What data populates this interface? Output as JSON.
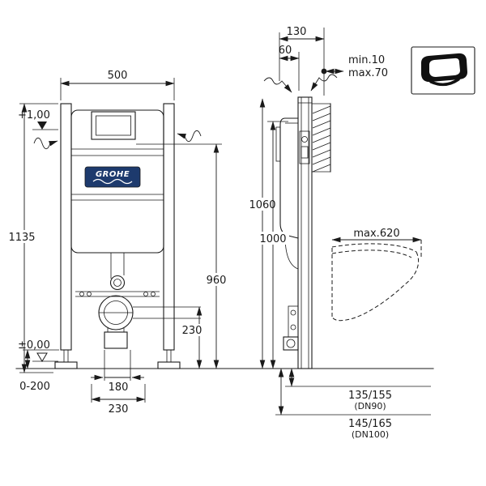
{
  "brand": {
    "logo_text": "GROHE"
  },
  "front_view": {
    "width": "500",
    "height": "1135",
    "level_top": "+1,00",
    "level_floor": "±0,00",
    "foot_adjust": "0-200",
    "dim_180": "180",
    "dim_230": "230"
  },
  "side_view": {
    "depth_130": "130",
    "depth_60": "60",
    "wall_min": "min.10",
    "wall_max": "max.70",
    "dim_1060": "1060",
    "dim_1000": "1000",
    "dim_960": "960",
    "dim_230": "230",
    "bowl_depth": "max.620"
  },
  "outlet": {
    "dn90_value": "135/155",
    "dn90_label": "(DN90)",
    "dn100_value": "145/165",
    "dn100_label": "(DN100)"
  },
  "icons": {
    "corner_icon": "wall-hung-toilet-icon"
  },
  "colors": {
    "line": "#1a1a1a",
    "brand_blue": "#1d3a6d"
  }
}
